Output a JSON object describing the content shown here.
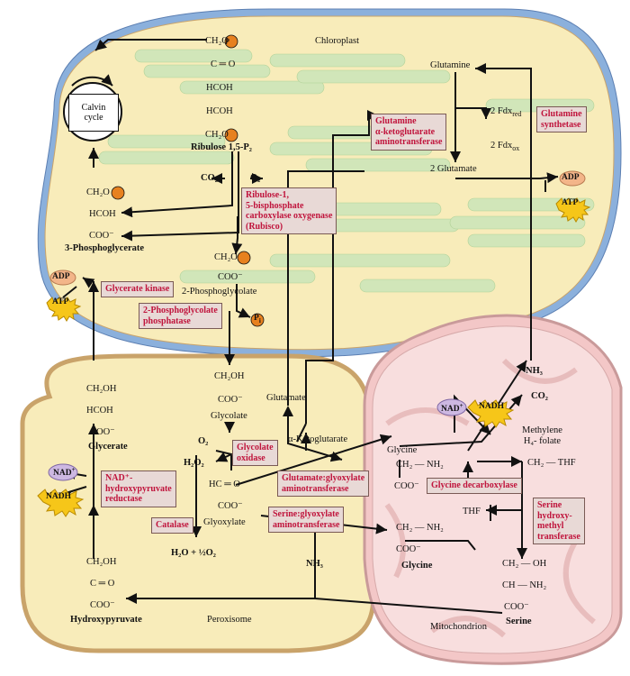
{
  "organelles": {
    "chloroplast": "Chloroplast",
    "peroxisome": "Peroxisome",
    "mitochondrion": "Mitochondrion"
  },
  "calvin_cycle": "Calvin\ncycle",
  "chloroplast": {
    "rubp_group1": "CH₂O",
    "rubp_keto": "C ═ O",
    "rubp_hcoh1": "HCOH",
    "rubp_hcoh2": "HCOH",
    "rubp_group2": "CH₂O",
    "rubp_name": "Ribulose 1,5-P₂",
    "co2": "CO₂",
    "o2": "O₂",
    "pg_ch2o": "CH₂O",
    "pg_hcoh": "HCOH",
    "pg_coo": "COO⁻",
    "pg_name": "3-Phosphoglycerate",
    "p2g_ch2o": "CH₂O",
    "p2g_coo": "COO⁻",
    "p2g_name": "2-Phosphoglycolate",
    "glutamine": "Glutamine",
    "fdx_red": "2 Fdx",
    "fdx_red_sub": "red",
    "fdx_ox": "2 Fdx",
    "fdx_ox_sub": "ox",
    "two_glutamate": "2 Glutamate",
    "adp_left": "ADP",
    "atp_left": "ATP",
    "adp_right": "ADP",
    "atp_right": "ATP",
    "pi": "P",
    "pi_sub": "i",
    "phospho_symbol": "P"
  },
  "enzymes": {
    "rubisco": "Ribulose-1,\n5-bisphosphate\ncarboxylase oxygenase\n(Rubisco)",
    "glutamine_akg": "Glutamine\nα-ketoglutarate\naminotransferase",
    "glutamine_synthetase": "Glutamine\nsynthetase",
    "glycerate_kinase": "Glycerate kinase",
    "phosphoglycolate_phosphatase": "2-Phosphoglycolate\nphosphatase",
    "glycolate_oxidase": "Glycolate\noxidase",
    "catalase": "Catalase",
    "hydroxypyruvate_reductase": "NAD⁺-\nhydroxypyruvate\nreductase",
    "glutamate_glyoxylate": "Glutamate:glyoxylate\naminotransferase",
    "serine_glyoxylate": "Serine:glyoxylate\naminotransferase",
    "glycine_decarboxylase": "Glycine decarboxylase",
    "serine_hydroxymethyl": "Serine\nhydroxy-\nmethyl\ntransferase"
  },
  "peroxisome": {
    "glycerate_ch2oh": "CH₂OH",
    "glycerate_hcoh": "HCOH",
    "glycerate_coo": "COO⁻",
    "glycerate_name": "Glycerate",
    "nad_plus": "NAD",
    "nad_plus_sup": "+",
    "nadh": "NADH",
    "hp_ch2oh": "CH₂OH",
    "hp_keto": "C ═ O",
    "hp_coo": "COO⁻",
    "hp_name": "Hydroxypyruvate",
    "glycolate_ch2oh": "CH₂OH",
    "glycolate_coo": "COO⁻",
    "glycolate_name": "Glycolate",
    "o2": "O₂",
    "h2o2": "H₂O₂",
    "glyoxylate_hc": "HC ═ O",
    "glyoxylate_coo": "COO⁻",
    "glyoxylate_name": "Glyoxylate",
    "water_products": "H₂O + ½O₂",
    "glutamate": "Glutamate",
    "akg": "α-Ketoglutarate",
    "nh3": "NH₃"
  },
  "mitochondrion": {
    "nh3": "NH₃",
    "co2": "CO₂",
    "nad_plus": "NAD",
    "nad_plus_sup": "+",
    "nadh": "NADH",
    "methylene_thf": "Methylene\nH₄- folate",
    "glycine1_name": "Glycine",
    "glycine1_ch2": "CH₂ — NH₂",
    "glycine1_coo": "COO⁻",
    "ch2_thf": "CH₂ — THF",
    "thf": "THF",
    "glycine2_ch2": "CH₂ — NH₂",
    "glycine2_coo": "COO⁻",
    "glycine2_name": "Glycine",
    "serine_ch2oh": "CH₂ — OH",
    "serine_ch": "CH — NH₂",
    "serine_coo": "COO⁻",
    "serine_name": "Serine"
  },
  "colors": {
    "enzyme_text": "#c0143c",
    "enzyme_bg": "#e8d9d6",
    "chloroplast_fill": "#f8ecba",
    "chloroplast_membrane": "#7ea6d6",
    "thylakoid": "#cde6b9",
    "peroxisome_fill": "#f8ecba",
    "peroxisome_border": "#c9a36a",
    "mito_fill": "#f7dada",
    "mito_border": "#c99a9a",
    "atp_yellow": "#f6c619",
    "adp_orange": "#f3b589",
    "nad_purple": "#cdb8e2",
    "phosphate_orange": "#e7811f"
  }
}
